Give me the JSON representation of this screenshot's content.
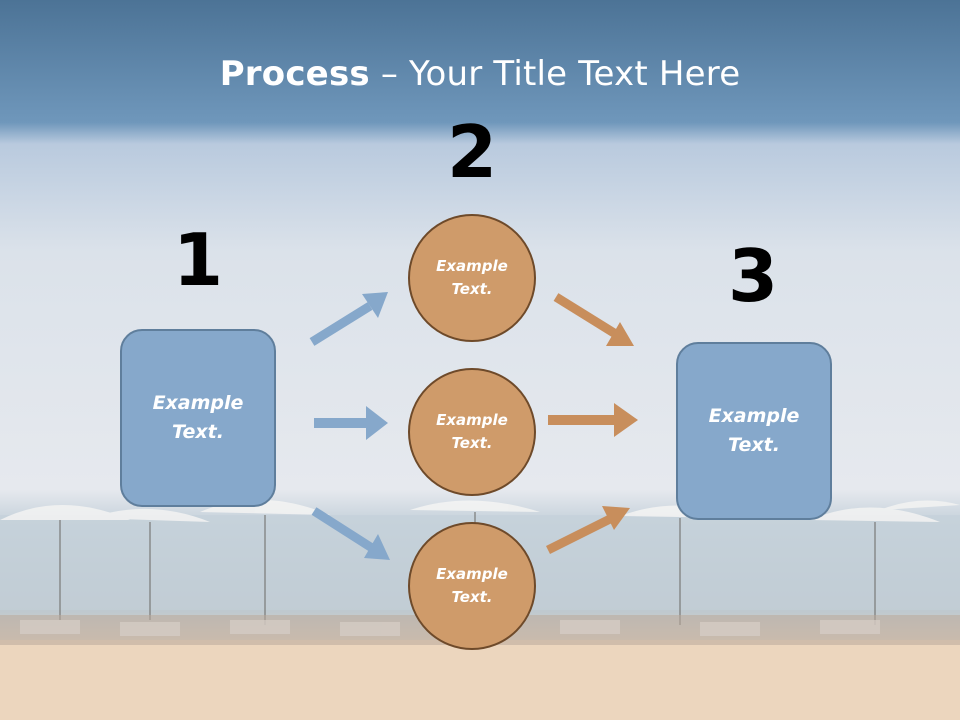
{
  "slide": {
    "title_bold": "Process",
    "title_rest": " – Your Title Text Here"
  },
  "steps": {
    "step1": {
      "number": "1",
      "text": "Example\nText."
    },
    "step2": {
      "number": "2"
    },
    "step3": {
      "number": "3",
      "text": "Example\nText."
    }
  },
  "circles": [
    {
      "text": "Example\nText."
    },
    {
      "text": "Example\nText."
    },
    {
      "text": "Example\nText."
    }
  ],
  "colors": {
    "box_fill": "#86a8cb",
    "circle_fill": "#cf9b6a",
    "arrow_blue": "#86a8cb",
    "arrow_orange": "#c88e5c",
    "sky_top": "#4d7497"
  }
}
